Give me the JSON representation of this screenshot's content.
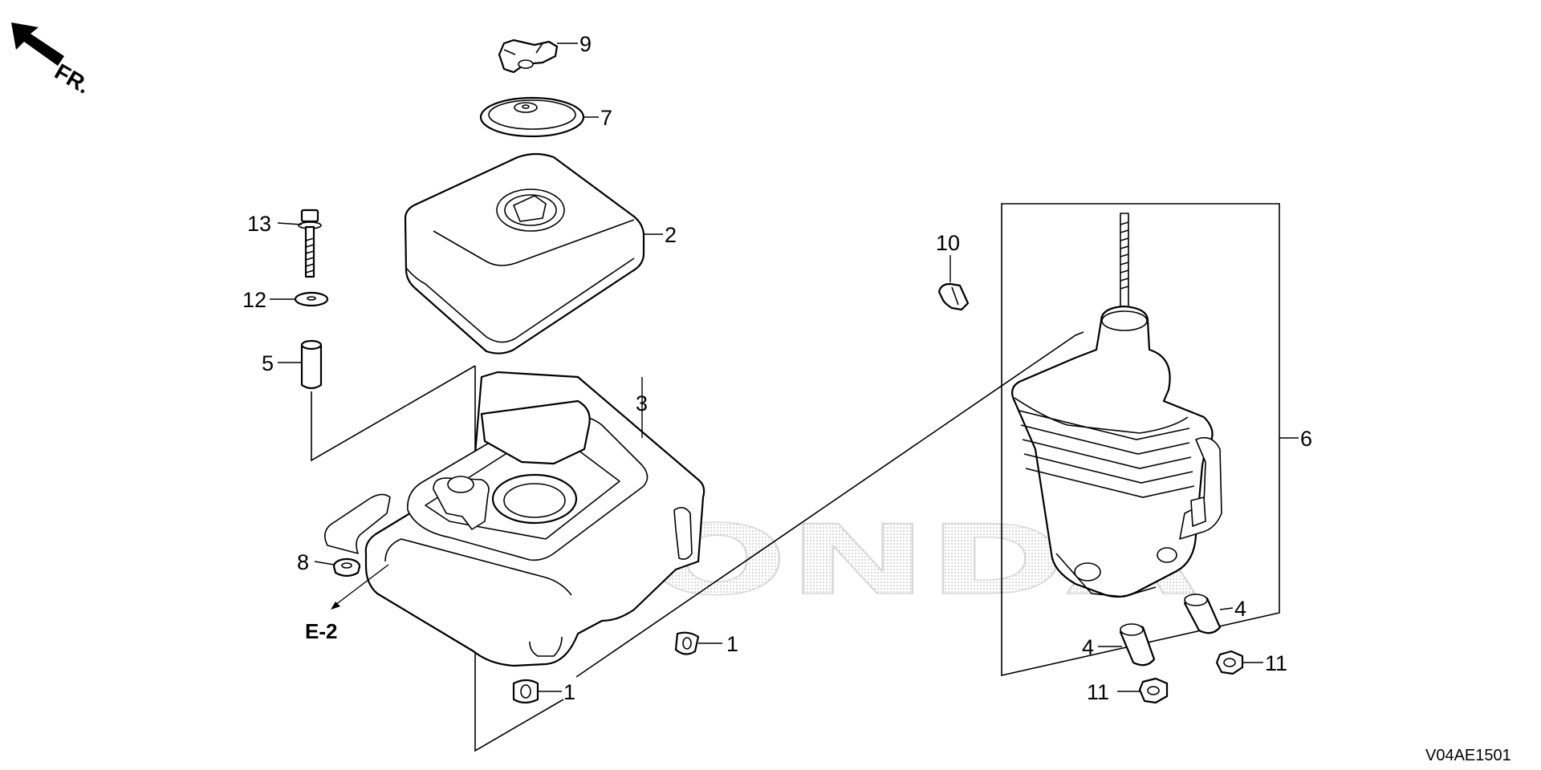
{
  "diagram": {
    "orientation_label": "FR.",
    "reference_label": "E-2",
    "diagram_code": "V04AE1501",
    "watermark": "HONDA",
    "callouts": {
      "c1a": "1",
      "c1b": "1",
      "c2": "2",
      "c3": "3",
      "c4a": "4",
      "c4b": "4",
      "c5": "5",
      "c6": "6",
      "c7": "7",
      "c8": "8",
      "c9": "9",
      "c10": "10",
      "c11a": "11",
      "c11b": "11",
      "c12": "12",
      "c13": "13"
    }
  }
}
